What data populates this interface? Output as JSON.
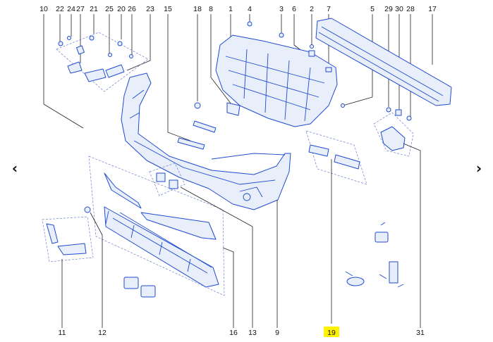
{
  "navigation": {
    "prev_icon": "chevron-left-icon",
    "next_icon": "chevron-right-icon",
    "prev_glyph": "‹",
    "next_glyph": "›"
  },
  "diagram": {
    "highlight_color": "#fff200",
    "line_color": "#1f4bd1",
    "highlighted_callout": "19",
    "callouts_top": [
      "10",
      "22",
      "24",
      "27",
      "21",
      "25",
      "20",
      "26",
      "23",
      "15",
      "18",
      "8",
      "1",
      "4",
      "3",
      "2",
      "6",
      "7",
      "5",
      "29",
      "30",
      "28",
      "17"
    ],
    "callouts_bottom": [
      "11",
      "12",
      "16",
      "13",
      "9",
      "19",
      "31"
    ]
  }
}
